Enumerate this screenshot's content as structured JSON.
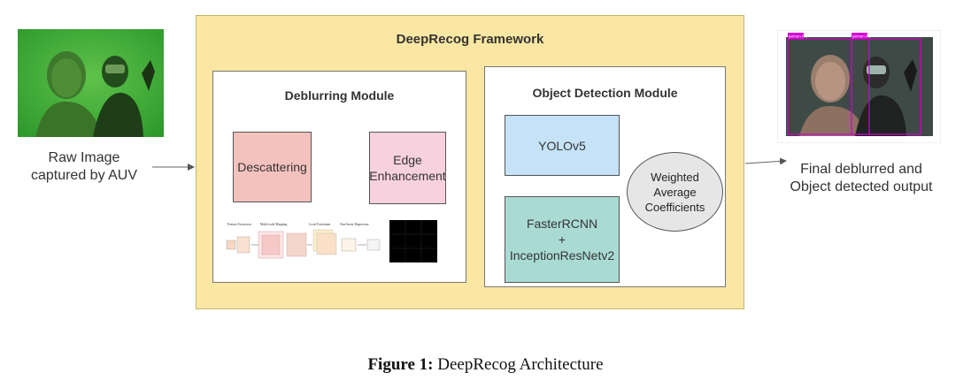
{
  "framework": {
    "title": "DeepRecog Framework"
  },
  "deblurring": {
    "title": "Deblurring Module",
    "descattering": "Descattering",
    "edge_line1": "Edge",
    "edge_line2": "Enhancement"
  },
  "detection": {
    "title": "Object Detection Module",
    "yolo": "YOLOv5",
    "frcnn_line1": "FasterRCNN",
    "frcnn_line2": "+ InceptionResNetv2",
    "weighted_line1": "Weighted",
    "weighted_line2": "Average",
    "weighted_line3": "Coefficients"
  },
  "input": {
    "line1": "Raw Image",
    "line2": "captured by AUV"
  },
  "output": {
    "line1": "Final deblurred and",
    "line2": "Object detected output"
  },
  "caption": {
    "prefix": "Figure 1:",
    "text": " DeepRecog Architecture"
  },
  "pipeline_stages": [
    "Feature Extraction",
    "Multi-scale Mapping",
    "Local Extremum",
    "Non-linear Regression"
  ],
  "detection_tags": [
    "person 0.9",
    "person 0.9"
  ],
  "colors": {
    "framework_bg": "#fbe7a4",
    "descattering": "#f4c2bd",
    "edge": "#f7d1de",
    "yolo": "#c5e2f7",
    "frcnn": "#a9dbd4",
    "weighted": "#e6e6e6",
    "detection_box": "#d400d4"
  }
}
